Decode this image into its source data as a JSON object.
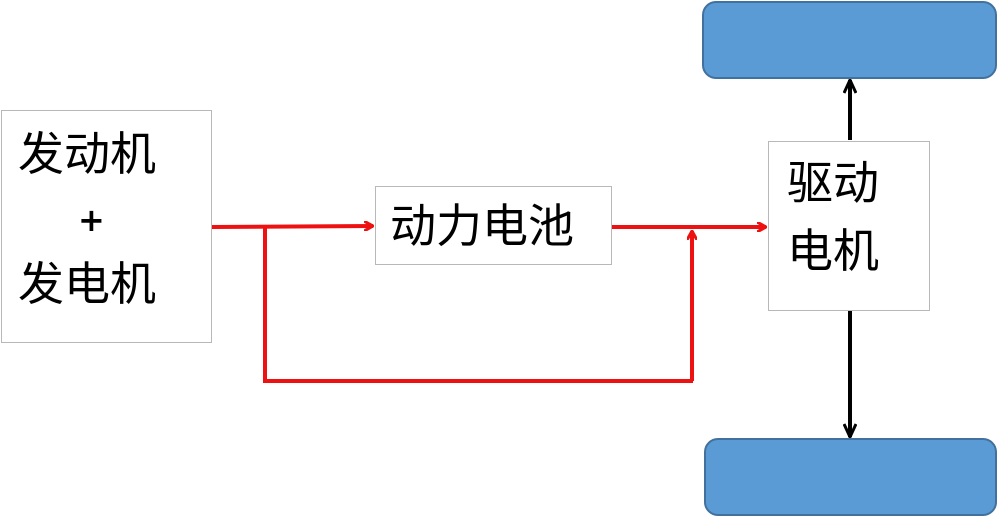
{
  "engine_box": {
    "line1": "发动机",
    "plus": "+",
    "line2": "发电机"
  },
  "battery_box": {
    "label": "动力电池"
  },
  "motor_box": {
    "line1": "驱动",
    "line2": "电机"
  },
  "colors": {
    "power_flow": "#ee1111",
    "mechanical": "#000000",
    "wheel_fill": "#5b9bd5",
    "wheel_border": "#41719c"
  }
}
